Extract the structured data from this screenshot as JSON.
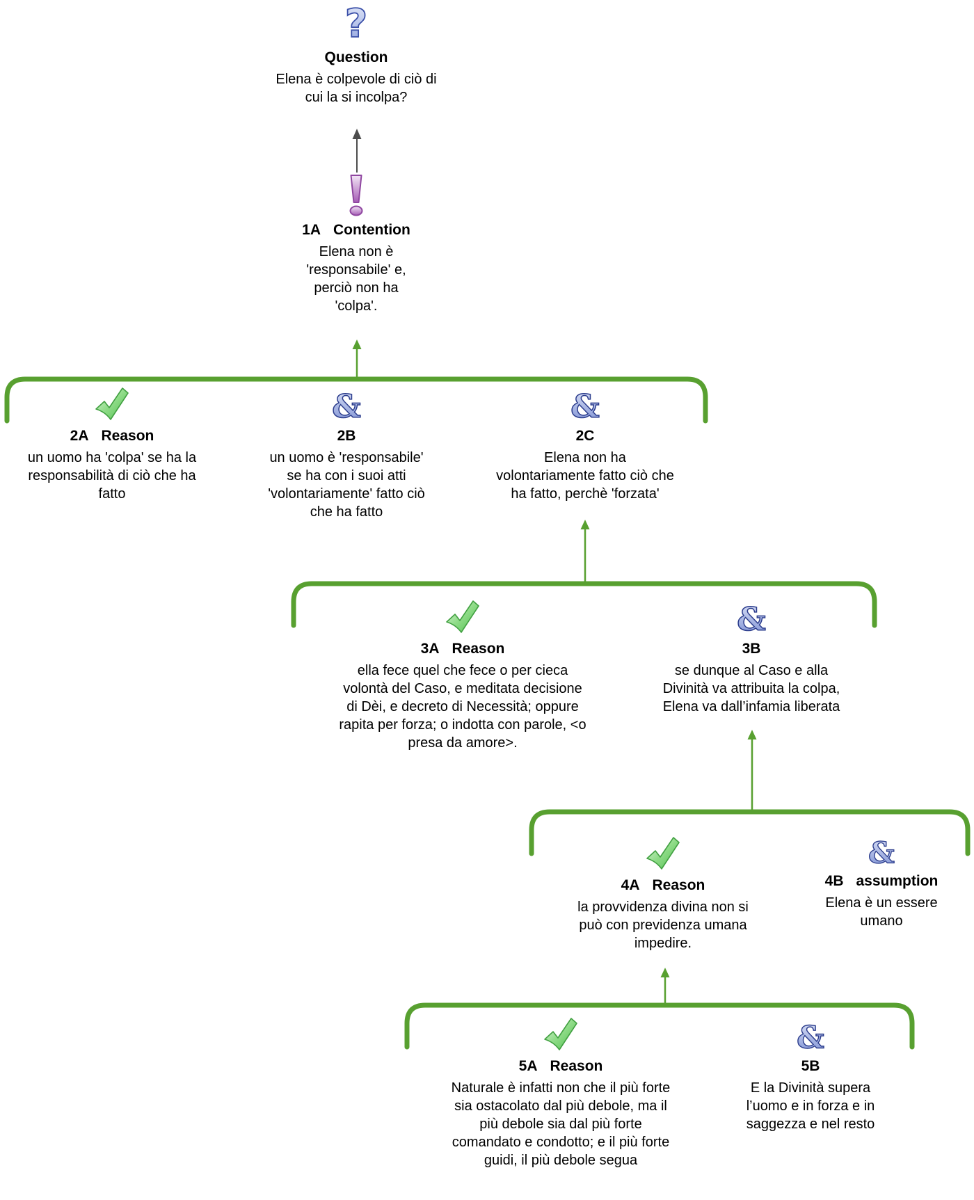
{
  "nodes": {
    "question": {
      "title": "Question",
      "text": "Elena è colpevole di ciò di\ncui la si incolpa?"
    },
    "n1a": {
      "num": "1A",
      "title": "Contention",
      "text": "Elena non è\n'responsabile' e,\nperciò non ha\n'colpa'."
    },
    "n2a": {
      "num": "2A",
      "title": "Reason",
      "text": "un uomo ha 'colpa' se ha la\nresponsabilità di ciò che ha\nfatto"
    },
    "n2b": {
      "num": "2B",
      "text": "un uomo è 'responsabile'\nse ha con i suoi atti\n'volontariamente' fatto ciò\nche ha fatto"
    },
    "n2c": {
      "num": "2C",
      "text": "Elena non ha\nvolontariamente fatto ciò che\nha fatto, perchè 'forzata'"
    },
    "n3a": {
      "num": "3A",
      "title": "Reason",
      "text": "ella fece quel che fece o per cieca\nvolontà del Caso, e meditata decisione\ndi Dèi, e decreto di Necessità; oppure\nrapita per forza; o indotta con parole, <o\npresa da amore>."
    },
    "n3b": {
      "num": "3B",
      "text": "se dunque al Caso e alla\nDivinità va attribuita la colpa,\nElena va dall’infamia liberata"
    },
    "n4a": {
      "num": "4A",
      "title": "Reason",
      "text": "la provvidenza divina non si\npuò con previdenza umana\nimpedire."
    },
    "n4b": {
      "num": "4B",
      "title": "assumption",
      "text": "Elena è un essere\numano"
    },
    "n5a": {
      "num": "5A",
      "title": "Reason",
      "text": "Naturale è infatti non che il più forte\nsia ostacolato dal più debole, ma il\npiù debole sia dal più forte\ncomandato e condotto; e il più forte\nguidi, il più debole segua"
    },
    "n5b": {
      "num": "5B",
      "text": "E la Divinità supera\nl’uomo e in forza e in\nsaggezza e nel resto"
    }
  },
  "glyphs": {
    "question": "?",
    "and": "&"
  },
  "colors": {
    "connector_green": "#58a030",
    "arrow_dark": "#4d4d4d",
    "check_fill_light": "#e8f9e2",
    "check_fill_dark": "#4fbf4d",
    "check_outline": "#41a041",
    "ampersand_fill_light": "#dde3f7",
    "ampersand_fill_dark": "#7b8fd3",
    "ampersand_outline": "#2b3c8c",
    "question_outline": "#3a4fa8",
    "contention_fill": "#a55cb5",
    "contention_outline": "#8f46a0"
  }
}
